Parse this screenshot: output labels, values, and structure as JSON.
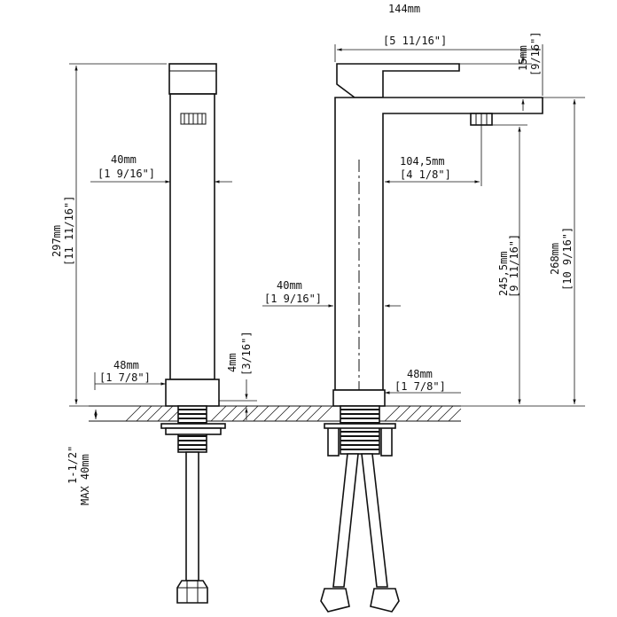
{
  "dimensions": {
    "overall_width": {
      "metric": "144mm",
      "imperial": "[5 11/16\"]"
    },
    "handle_thickness": {
      "metric": "15mm",
      "imperial": "[9/16\"]"
    },
    "spout_reach": {
      "metric": "104,5mm",
      "imperial": "[4 1/8\"]"
    },
    "spout_height": {
      "metric": "245,5mm",
      "imperial": "[9 11/16\"]"
    },
    "overall_height_front": {
      "metric": "268mm",
      "imperial": "[10 9/16\"]"
    },
    "overall_height_side": {
      "metric": "297mm",
      "imperial": "[11 11/16\"]"
    },
    "body_width_side": {
      "metric": "40mm",
      "imperial": "[1 9/16\"]"
    },
    "body_width_front": {
      "metric": "40mm",
      "imperial": "[1 9/16\"]"
    },
    "base_width_side": {
      "metric": "48mm",
      "imperial": "[1 7/8\"]"
    },
    "base_width_front": {
      "metric": "48mm",
      "imperial": "[1 7/8\"]"
    },
    "base_height": {
      "metric": "4mm",
      "imperial": "[3/16\"]"
    },
    "deck_thickness": {
      "imperial": "1-1/2\"",
      "metric": "MAX 40mm"
    }
  }
}
